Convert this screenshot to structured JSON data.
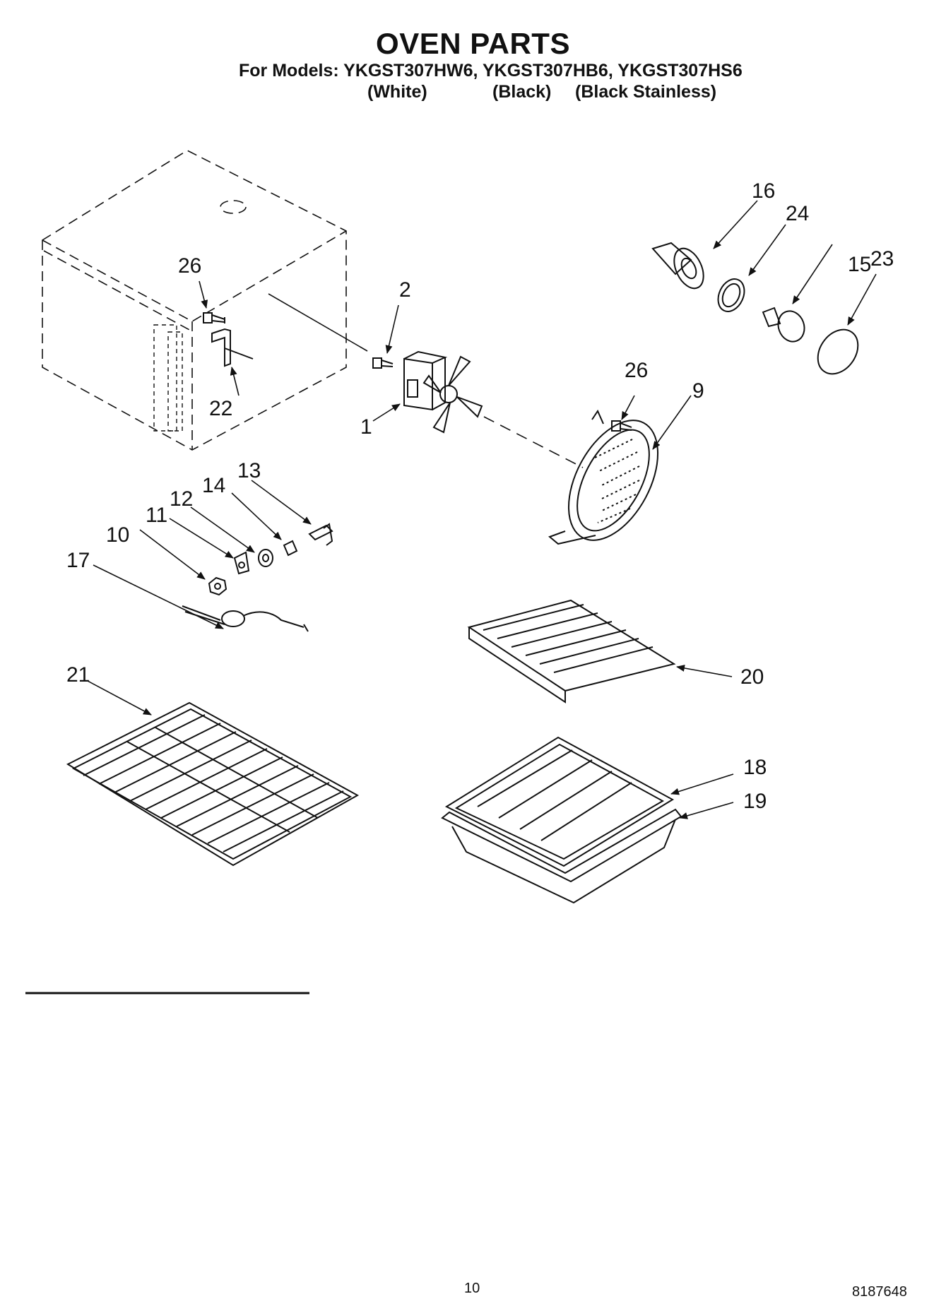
{
  "header": {
    "title": "OVEN PARTS",
    "models_line": "For Models: YKGST307HW6, YKGST307HB6, YKGST307HS6",
    "variants": [
      "(White)",
      "(Black)",
      "(Black Stainless)"
    ]
  },
  "callouts": {
    "p1": "1",
    "p2": "2",
    "p9": "9",
    "p10": "10",
    "p11": "11",
    "p12": "12",
    "p13": "13",
    "p14": "14",
    "p15": "15",
    "p16": "16",
    "p17": "17",
    "p18": "18",
    "p19": "19",
    "p20": "20",
    "p21": "21",
    "p22": "22",
    "p23": "23",
    "p24": "24",
    "p26a": "26",
    "p26b": "26"
  },
  "footer": {
    "page_number": "10",
    "doc_number": "8187648"
  },
  "colors": {
    "line": "#111111",
    "background": "#ffffff"
  }
}
